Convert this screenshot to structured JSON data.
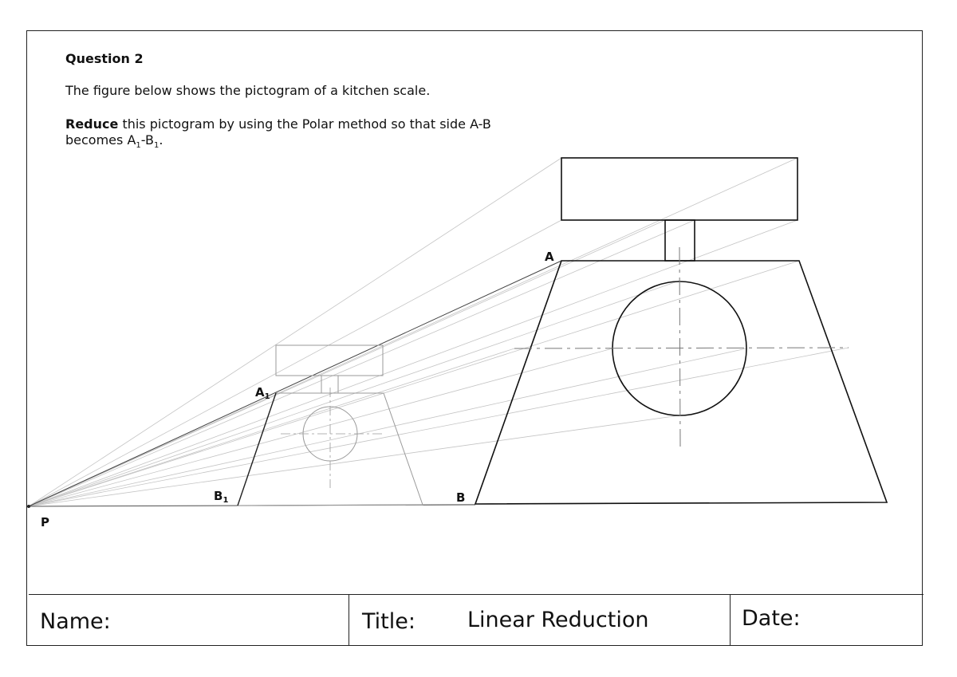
{
  "question": {
    "heading": "Question 2",
    "line1": "The figure below shows the pictogram of a kitchen scale.",
    "instruction_bold": "Reduce",
    "instruction_rest": " this pictogram by using the Polar method so that side A-B",
    "instruction_line2_prefix": "becomes A",
    "instruction_line2_sub1": "1",
    "instruction_line2_mid": "-B",
    "instruction_line2_sub2": "1",
    "instruction_line2_end": "."
  },
  "labels": {
    "A": "A",
    "B": "B",
    "A1_main": "A",
    "A1_sub": "1",
    "B1_main": "B",
    "B1_sub": "1",
    "P": "P"
  },
  "title_block": {
    "name_label": "Name:",
    "title_label": "Title:",
    "title_value": "Linear Reduction",
    "date_label": "Date:"
  },
  "colors": {
    "ink": "#111111",
    "construction": "#b8b8b8"
  }
}
